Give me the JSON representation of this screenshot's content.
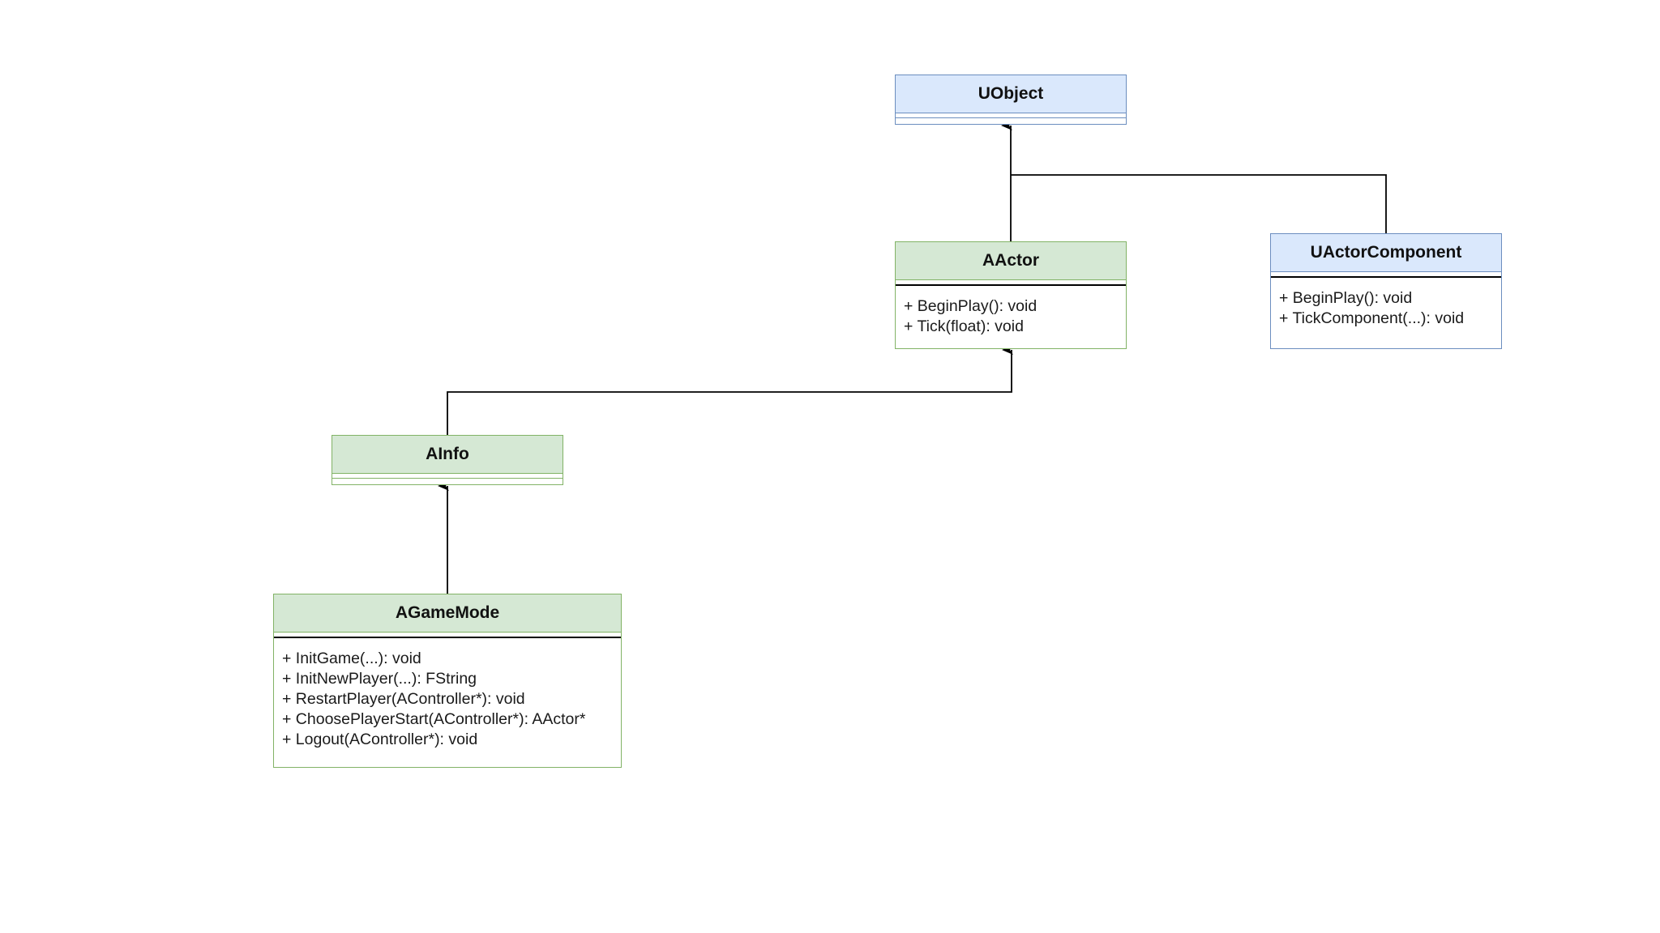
{
  "classes": {
    "uobject": {
      "name": "UObject",
      "members": []
    },
    "aactor": {
      "name": "AActor",
      "members": [
        "+ BeginPlay(): void",
        "+ Tick(float): void"
      ]
    },
    "uactorcomponent": {
      "name": "UActorComponent",
      "members": [
        "+ BeginPlay(): void",
        "+ TickComponent(...): void"
      ]
    },
    "ainfo": {
      "name": "AInfo",
      "members": []
    },
    "agamemode": {
      "name": "AGameMode",
      "members": [
        "+ InitGame(...): void",
        "+ InitNewPlayer(...): FString",
        "+ RestartPlayer(AController*): void",
        "+ ChoosePlayerStart(AController*): AActor*",
        "+ Logout(AController*): void"
      ]
    }
  },
  "relationships": [
    {
      "from": "AActor",
      "to": "UObject",
      "type": "inheritance"
    },
    {
      "from": "UActorComponent",
      "to": "UObject",
      "type": "inheritance"
    },
    {
      "from": "AInfo",
      "to": "AActor",
      "type": "inheritance"
    },
    {
      "from": "AGameMode",
      "to": "AInfo",
      "type": "inheritance"
    }
  ],
  "colors": {
    "actor_fill": "#d5e8d4",
    "actor_stroke": "#82b366",
    "object_fill": "#dae8fc",
    "object_stroke": "#6c8ebf",
    "connector": "#000000"
  }
}
